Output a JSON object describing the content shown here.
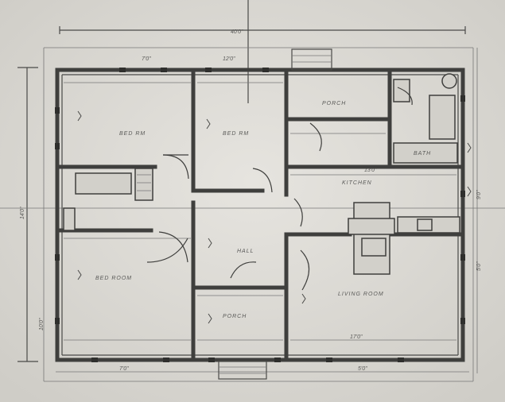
{
  "overall_dimension": "40'0\"",
  "dimensions": {
    "top_left": "7'0\"",
    "top_mid": "12'0\"",
    "left_upper": "14'0\"",
    "left_lower": "10'0\"",
    "right_upper": "9'0\"",
    "bottom_left": "7'0\"",
    "bottom_right": "5'0\"",
    "kitchen_width": "13'0\"",
    "living_width": "17'0\"",
    "right_mid": "5'0\""
  },
  "rooms": {
    "bed_room_1": "BED RM",
    "bed_room_2": "BED RM",
    "bed_room_3": "BED ROOM",
    "porch_top": "PORCH",
    "kitchen": "KITCHEN",
    "hall": "HALL",
    "porch_bottom": "PORCH",
    "living_room": "LIVING ROOM",
    "bath": "BATH"
  }
}
